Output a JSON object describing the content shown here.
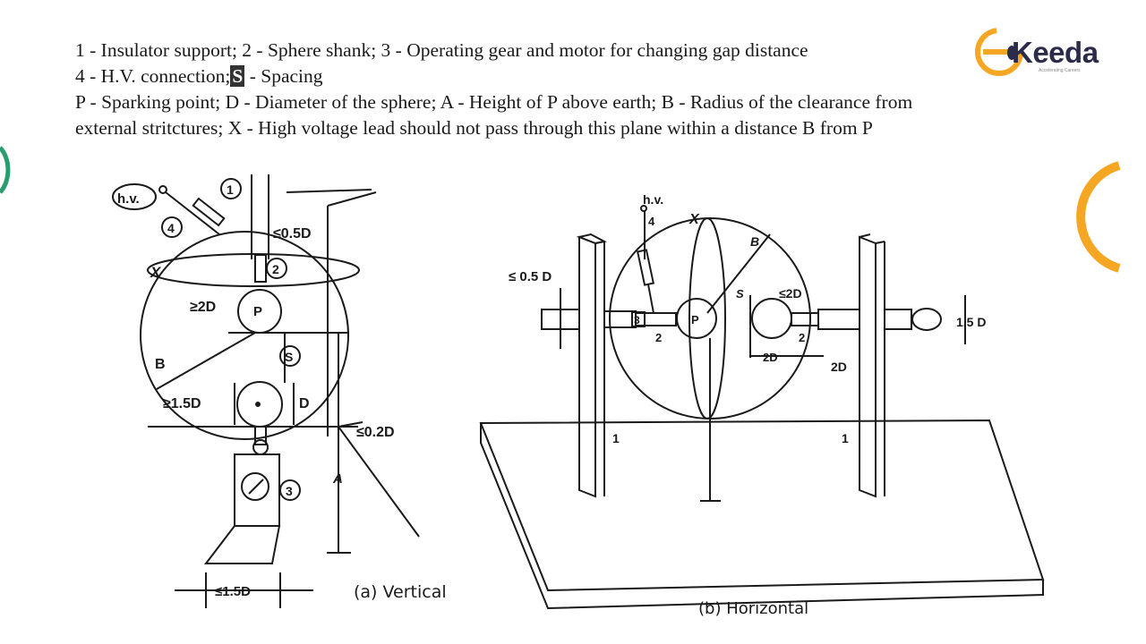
{
  "legend": {
    "line1": "1 - Insulator support; 2 - Sphere shank; 3 - Operating gear and motor for changing gap distance",
    "line2a": "4 - H.V. connection;",
    "line2b": "S",
    "line2c": " - Spacing",
    "line3": "P - Sparking point; D - Diameter of the sphere; A - Height of P above earth; B - Radius of the clearance from",
    "line4": "external stritctures; X - High voltage lead should not pass through this plane within a distance B from P"
  },
  "logo": {
    "text": "Keeda",
    "sub": "Accelerating Careers",
    "ring_color": "#f5a623",
    "text_color": "#2b2b4a"
  },
  "vertical": {
    "hv": "h.v.",
    "n1": "1",
    "n2": "2",
    "n3": "3",
    "n4": "4",
    "d05": "≤0.5D",
    "x": "X",
    "d2": "≥2D",
    "p": "P",
    "s": "S",
    "b": "B",
    "d15": "≥1.5D",
    "d": "D",
    "d02": "≤0.2D",
    "a": "A",
    "w15": "≤1.5D",
    "caption": "(a) Vertical"
  },
  "horizontal": {
    "hv": "h.v.",
    "n4": "4",
    "x": "X",
    "b": "B",
    "d05": "≤ 0.5 D",
    "n3": "3",
    "p": "P",
    "n2a": "2",
    "s": "S",
    "d2top": "≤2D",
    "d2mid": "2D",
    "n2b": "2",
    "d2r": "2D",
    "d15": "1.5 D",
    "n1a": "1",
    "n1b": "1",
    "caption": "(b) Horizontal"
  }
}
